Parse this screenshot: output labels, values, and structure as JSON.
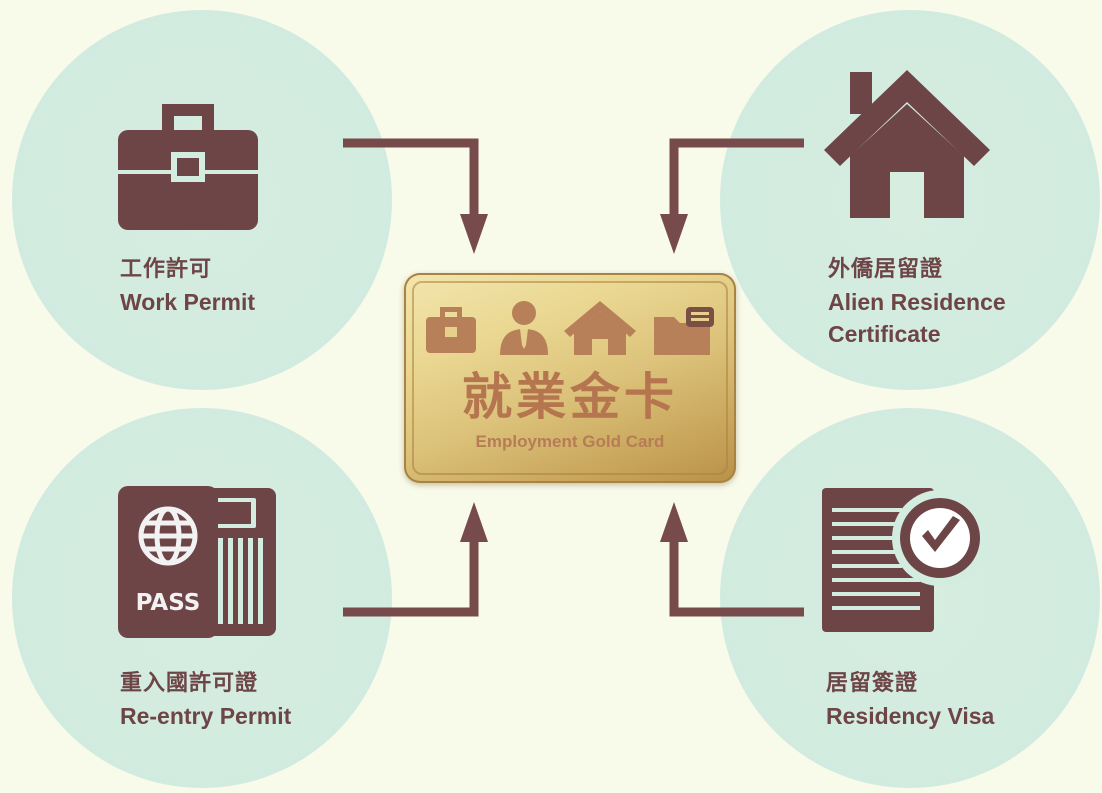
{
  "colors": {
    "background": "#f8faea",
    "circle": "#d3ece0",
    "primary_brown": "#6e4547",
    "arrow": "#774a4b",
    "gold_text": "#b4754f"
  },
  "center_card": {
    "title_zh": "就業金卡",
    "title_en": "Employment Gold Card",
    "icons": [
      "briefcase-icon",
      "person-icon",
      "house-icon",
      "folder-message-icon"
    ]
  },
  "items": {
    "work_permit": {
      "zh": "工作許可",
      "en": "Work Permit",
      "icon": "briefcase-icon"
    },
    "alien_residence": {
      "zh": "外僑居留證",
      "en_line1": "Alien Residence",
      "en_line2": "Certificate",
      "icon": "house-icon"
    },
    "reentry_permit": {
      "zh": "重入國許可證",
      "en": "Re-entry Permit",
      "icon": "passport-icon",
      "icon_text": "PASS"
    },
    "residency_visa": {
      "zh": "居留簽證",
      "en": "Residency Visa",
      "icon": "document-check-icon"
    }
  }
}
